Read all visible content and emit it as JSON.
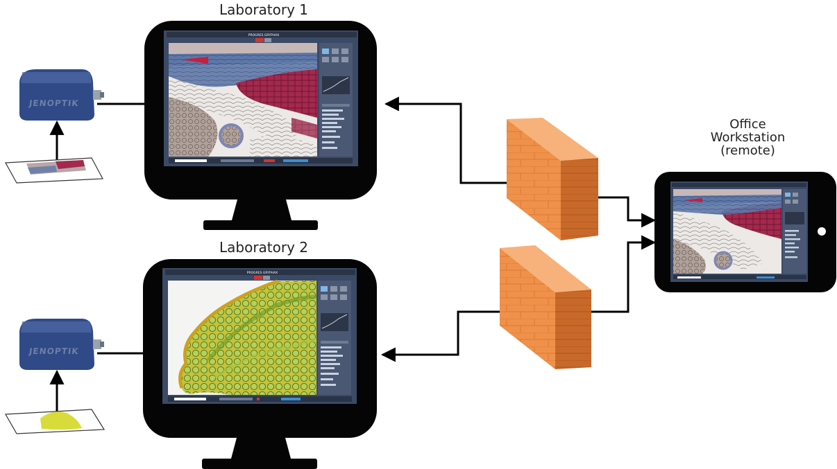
{
  "labels": {
    "lab1": "Laboratory 1",
    "lab2": "Laboratory 2",
    "office_line1": "Office",
    "office_line2": "Workstation",
    "office_line3": "(remote)"
  },
  "camera_brand": "JENOPTIK",
  "software_title": "PROGRES GRYPHAX",
  "icons": [
    "microscope-camera-icon",
    "specimen-slide-icon",
    "monitor-icon",
    "tablet-icon",
    "firewall-icon",
    "arrow-icon"
  ],
  "colors": {
    "monitor_bezel": "#050505",
    "app_background": "#3b4a66",
    "camera_body": "#2f4a86",
    "firewall_front": "#f0914a",
    "firewall_side": "#c8692a",
    "firewall_top": "#f6b27a",
    "tissue_red": "#a3294e",
    "tissue_blue": "#5d78a8",
    "plant_green": "#8fb43a"
  }
}
